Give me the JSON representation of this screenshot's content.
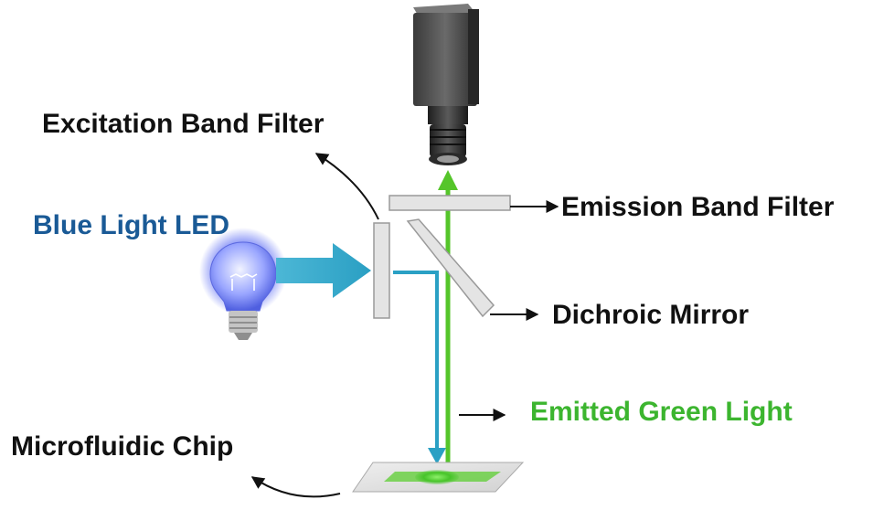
{
  "labels": {
    "excitation_filter": "Excitation Band Filter",
    "blue_led": "Blue Light LED",
    "emission_filter": "Emission Band Filter",
    "dichroic_mirror": "Dichroic Mirror",
    "emitted_light": "Emitted Green Light",
    "microfluidic_chip": "Microfluidic Chip"
  },
  "colors": {
    "text_dark": "#111111",
    "blue_label": "#1a5a96",
    "green_label": "#3cb52f",
    "blue_beam": "#2aa0c4",
    "green_beam": "#55c52a",
    "filter_fill": "#e4e4e4",
    "filter_stroke": "#9a9a9a"
  }
}
